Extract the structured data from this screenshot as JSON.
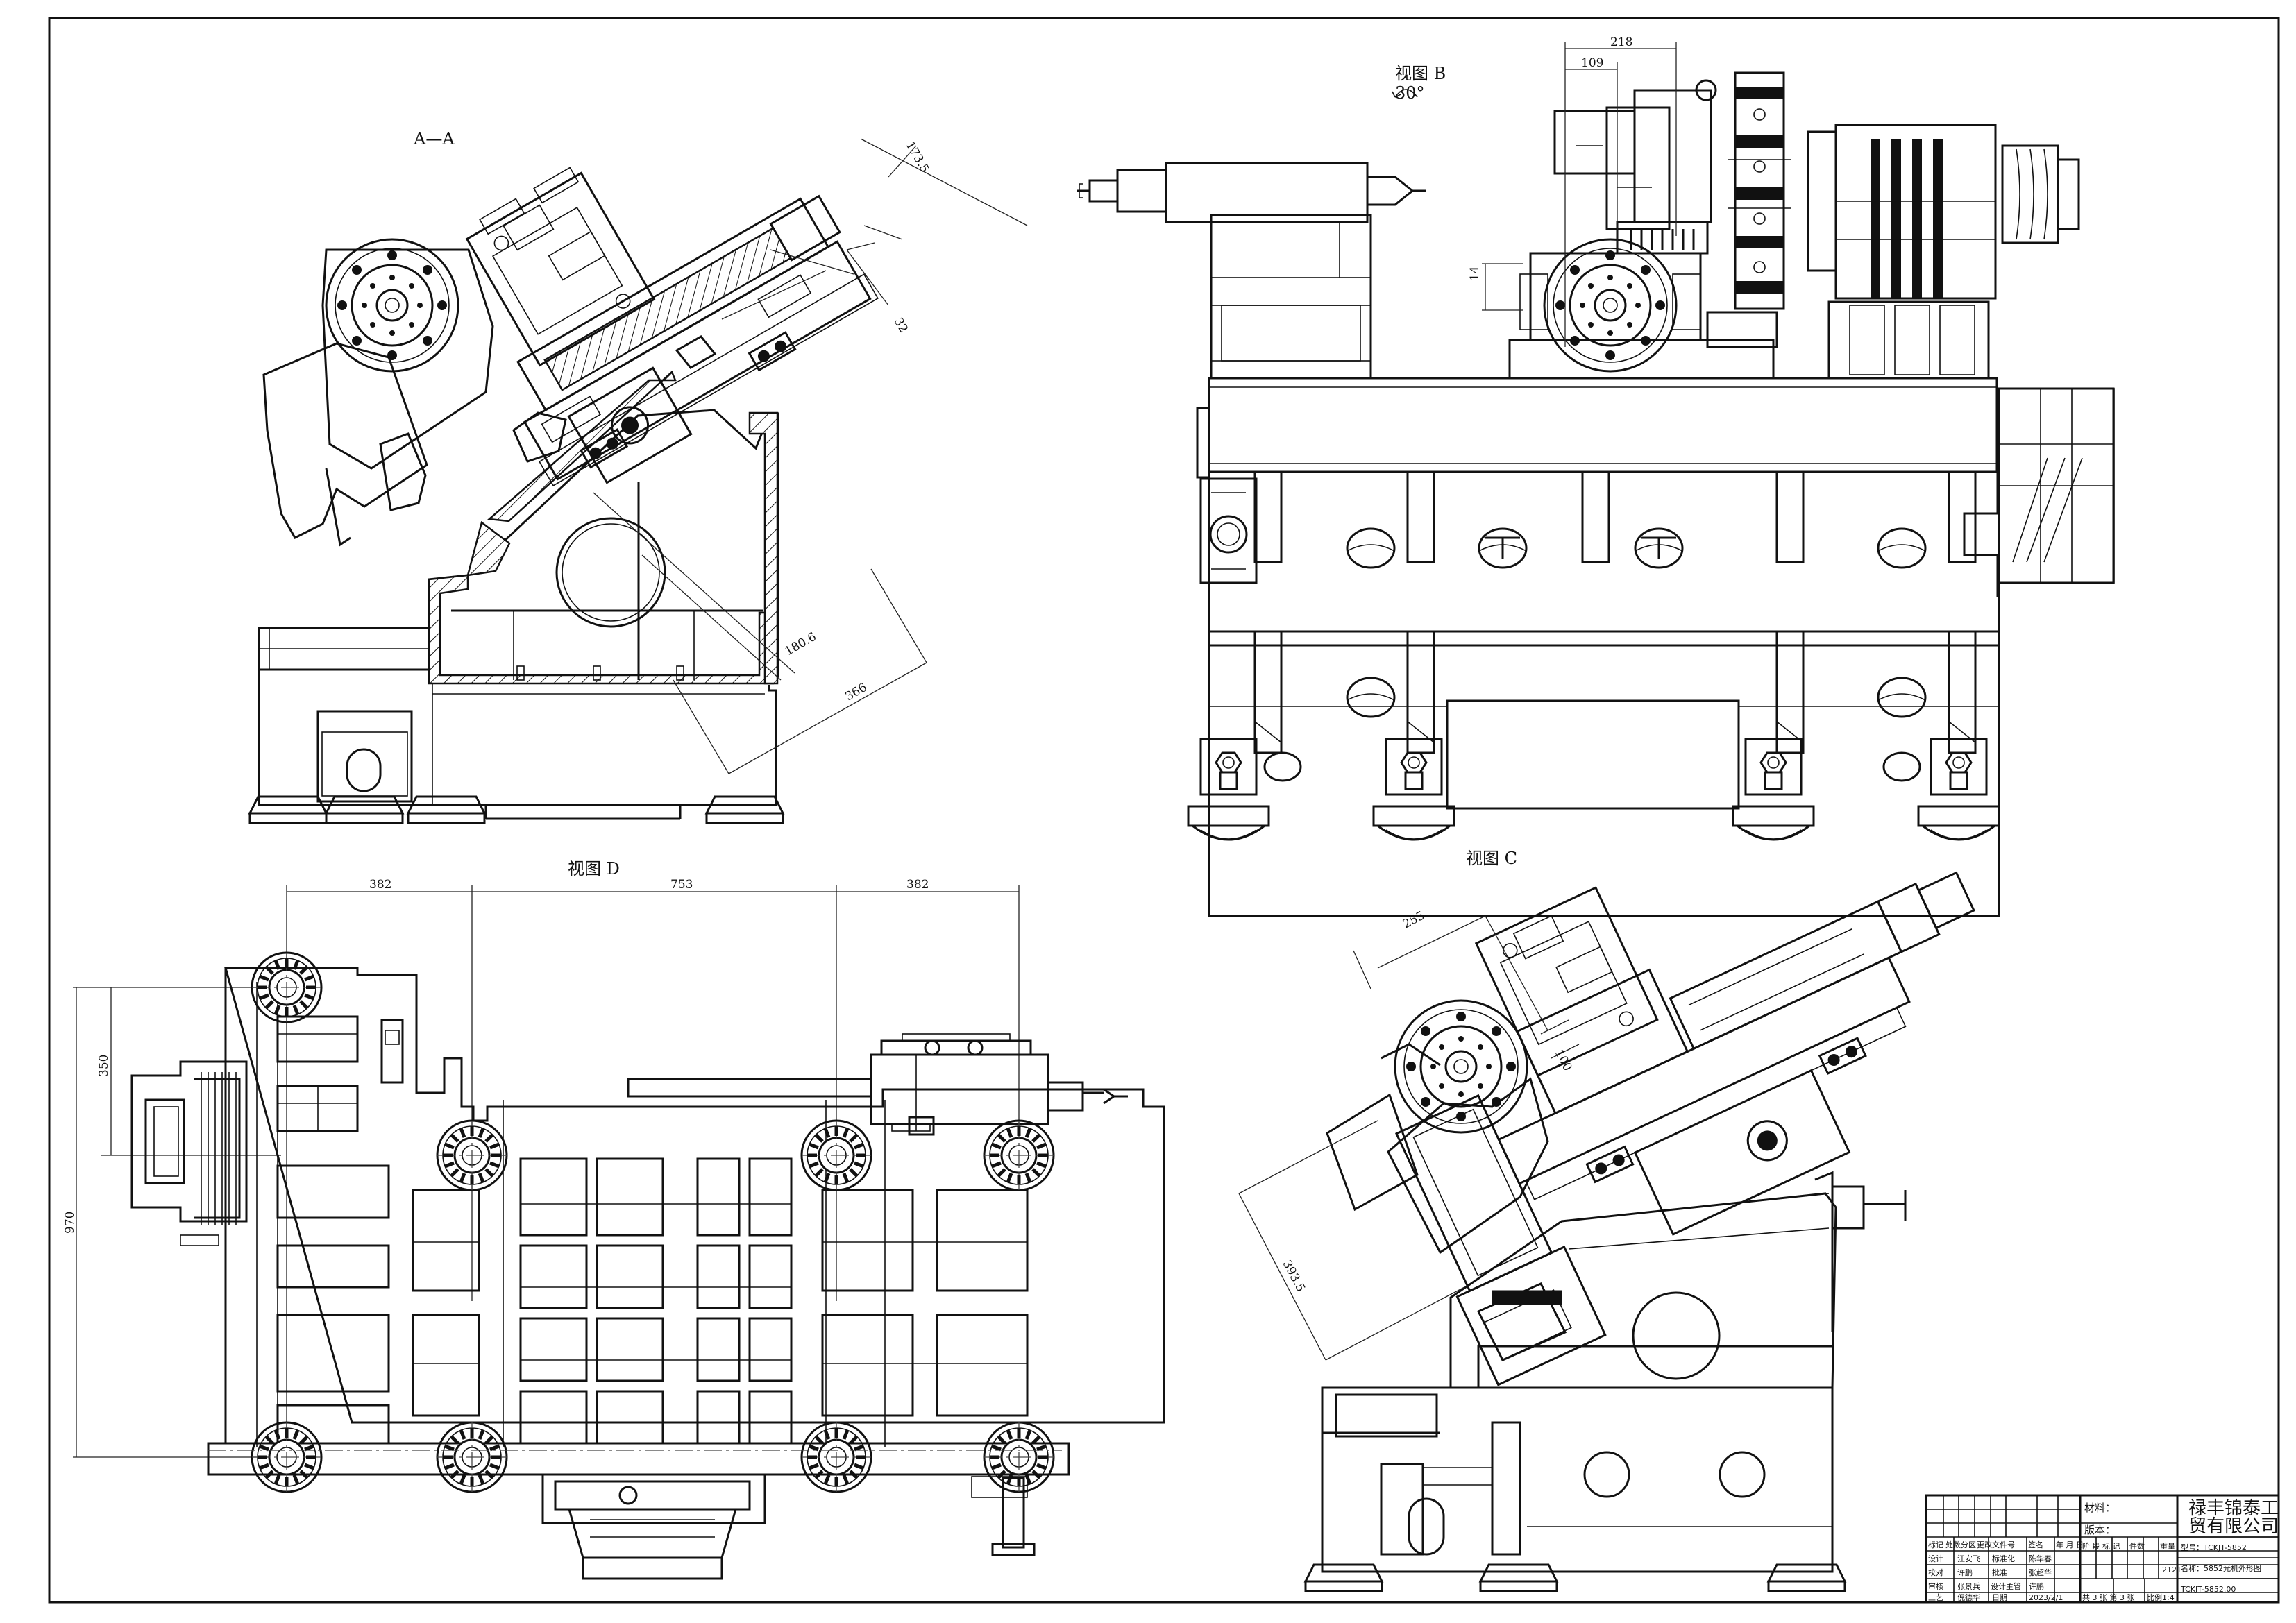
{
  "views": {
    "aa": {
      "label": "A—A",
      "dims": [
        "173.5",
        "32",
        "180.6",
        "366"
      ]
    },
    "b": {
      "label": "视图 B",
      "rotation": "30°",
      "dims": [
        "218",
        "109",
        "14"
      ]
    },
    "c": {
      "label": "视图 C",
      "dims": [
        "255",
        "100",
        "393.5"
      ]
    },
    "d": {
      "label": "视图 D",
      "dims": [
        "382",
        "753",
        "382",
        "350",
        "970"
      ]
    }
  },
  "title_block": {
    "company": [
      "禄丰锦泰工",
      "贸有限公司"
    ],
    "material_label": "材料：",
    "version_label": "版本：",
    "model": "型号：TCKJT-5852",
    "name": "名称：5852光机外形图",
    "drawing_no": "TCKJT-5852.00",
    "scale_code": "2121",
    "sheet": "共 3 张 第 3 张",
    "ratio": "比例1:4",
    "stage_header": "阶 段 标 记",
    "weight_header": "件数",
    "mass_header": "重量",
    "rows": [
      [
        "标记",
        "处数",
        "分区",
        "更改文件号",
        "签名",
        "年 月 日"
      ],
      [
        "设计",
        "江安飞",
        "标准化",
        "陈华春"
      ],
      [
        "校对",
        "许鹏",
        "批准",
        "张超华"
      ],
      [
        "审核",
        "张景兵",
        "设计主管",
        "许鹏"
      ],
      [
        "工艺",
        "倪德华",
        "日期",
        "2023/2/1"
      ]
    ]
  }
}
